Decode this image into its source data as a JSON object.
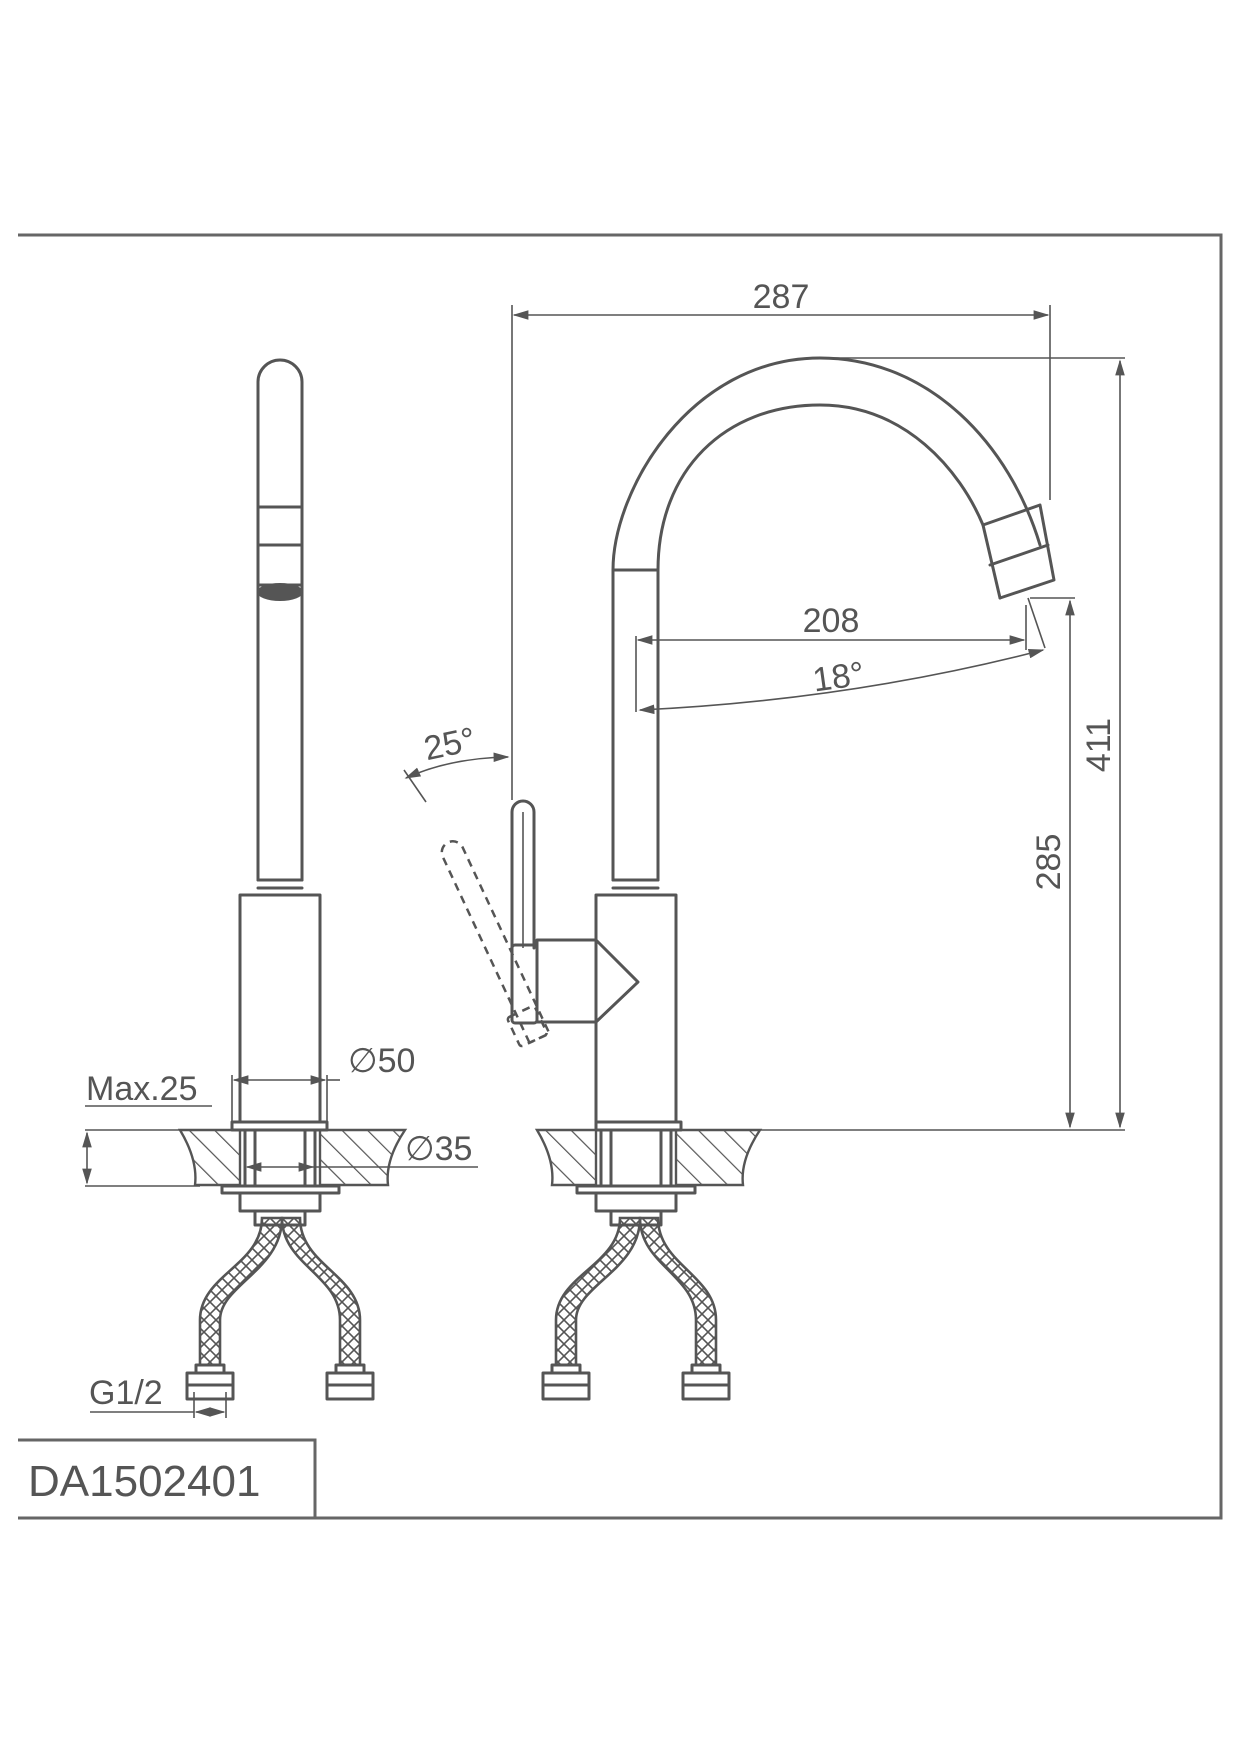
{
  "drawing": {
    "code": "DA1502401",
    "dimensions": {
      "overall_reach": "287",
      "total_height": "411",
      "spout_height": "285",
      "spout_reach": "208",
      "spout_swivel_angle": "18°",
      "lever_angle": "25°",
      "base_diameter": "∅50",
      "hole_diameter": "∅35",
      "max_deck_thickness": "Max.25",
      "connection_thread": "G1/2"
    }
  }
}
